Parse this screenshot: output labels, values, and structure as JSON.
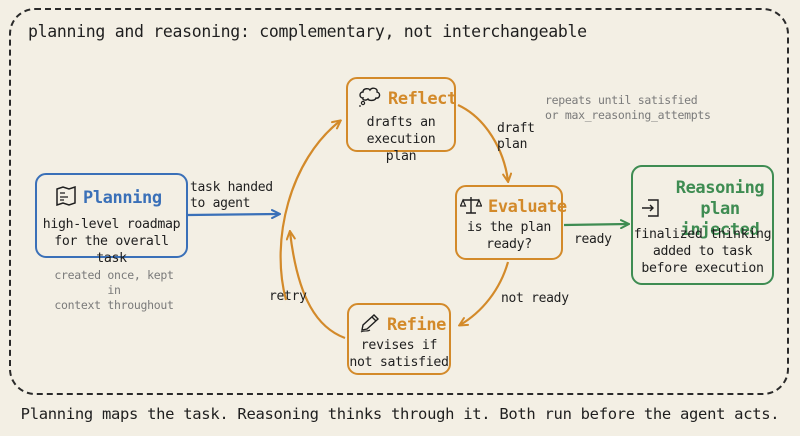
{
  "title": "planning and reasoning: complementary, not interchangeable",
  "caption": "Planning maps the task. Reasoning thinks through it. Both run before the agent acts.",
  "nodes": {
    "planning": {
      "title": "Planning",
      "body": "high-level roadmap\nfor the overall task",
      "icon": "map-icon",
      "color": "#3a70b8"
    },
    "reflect": {
      "title": "Reflect",
      "body": "drafts an\nexecution plan",
      "icon": "thought-bubble-icon",
      "color": "#d38a2a"
    },
    "evaluate": {
      "title": "Evaluate",
      "body": "is the plan\nready?",
      "icon": "scales-icon",
      "color": "#d38a2a"
    },
    "refine": {
      "title": "Refine",
      "body": "revises if\nnot satisfied",
      "icon": "pencil-icon",
      "color": "#d38a2a"
    },
    "injected": {
      "title": "Reasoning\nplan injected",
      "body": "finalized thinking\nadded to task\nbefore execution",
      "icon": "inject-icon",
      "color": "#3e8c52"
    }
  },
  "edge_labels": {
    "task_handed": "task handed\nto agent",
    "draft_plan": "draft\nplan",
    "ready": "ready",
    "not_ready": "not ready",
    "retry": "retry"
  },
  "notes": {
    "planning_note": "created once, kept in\ncontext throughout",
    "loop_note": "repeats until satisfied\nor max_reasoning_attempts"
  }
}
